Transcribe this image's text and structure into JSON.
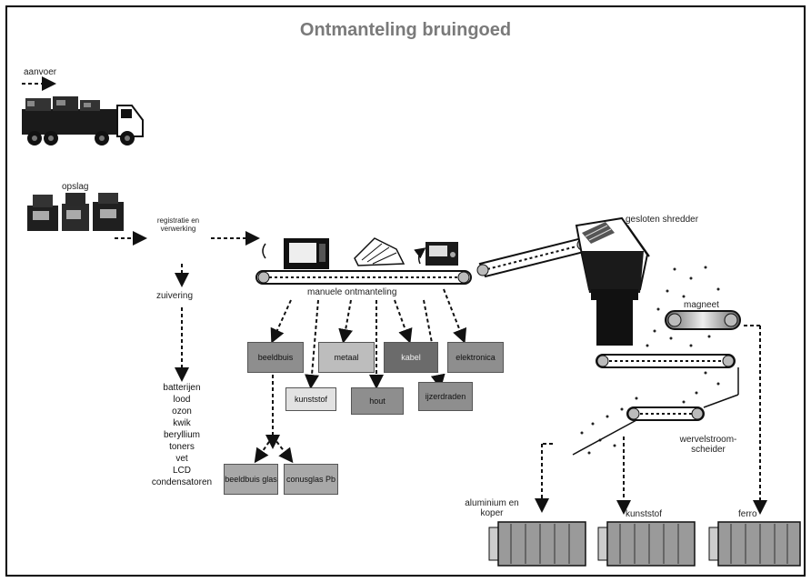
{
  "title": "Ontmanteling bruingoed",
  "labels": {
    "aanvoer": "aanvoer",
    "opslag": "opslag",
    "registratie": "registratie en verwerking",
    "zuivering": "zuivering",
    "manual": "manuele ontmanteling",
    "shredder": "gesloten shredder",
    "magneet": "magneet",
    "wervelstroom": "wervelstroom-scheider"
  },
  "hazardous_items": [
    "batterijen",
    "lood",
    "ozon",
    "kwik",
    "beryllium",
    "toners",
    "vet",
    "LCD",
    "condensatoren"
  ],
  "fractions_top": [
    "beeldbuis",
    "metaal",
    "kabel",
    "elektronica"
  ],
  "fractions_bottom": [
    "kunststof",
    "hout",
    "ijzerdraden"
  ],
  "fractions_glass": [
    "beeldbuis glas",
    "conusglas Pb"
  ],
  "containers": [
    "aluminium en koper",
    "kunststof",
    "ferro"
  ],
  "colors": {
    "dark": "#2c2c2c",
    "mid_gray": "#8e8e8e",
    "light_gray": "#bdbdbd",
    "box_dark": "#6b6b6b",
    "title": "#7a7a7a"
  }
}
